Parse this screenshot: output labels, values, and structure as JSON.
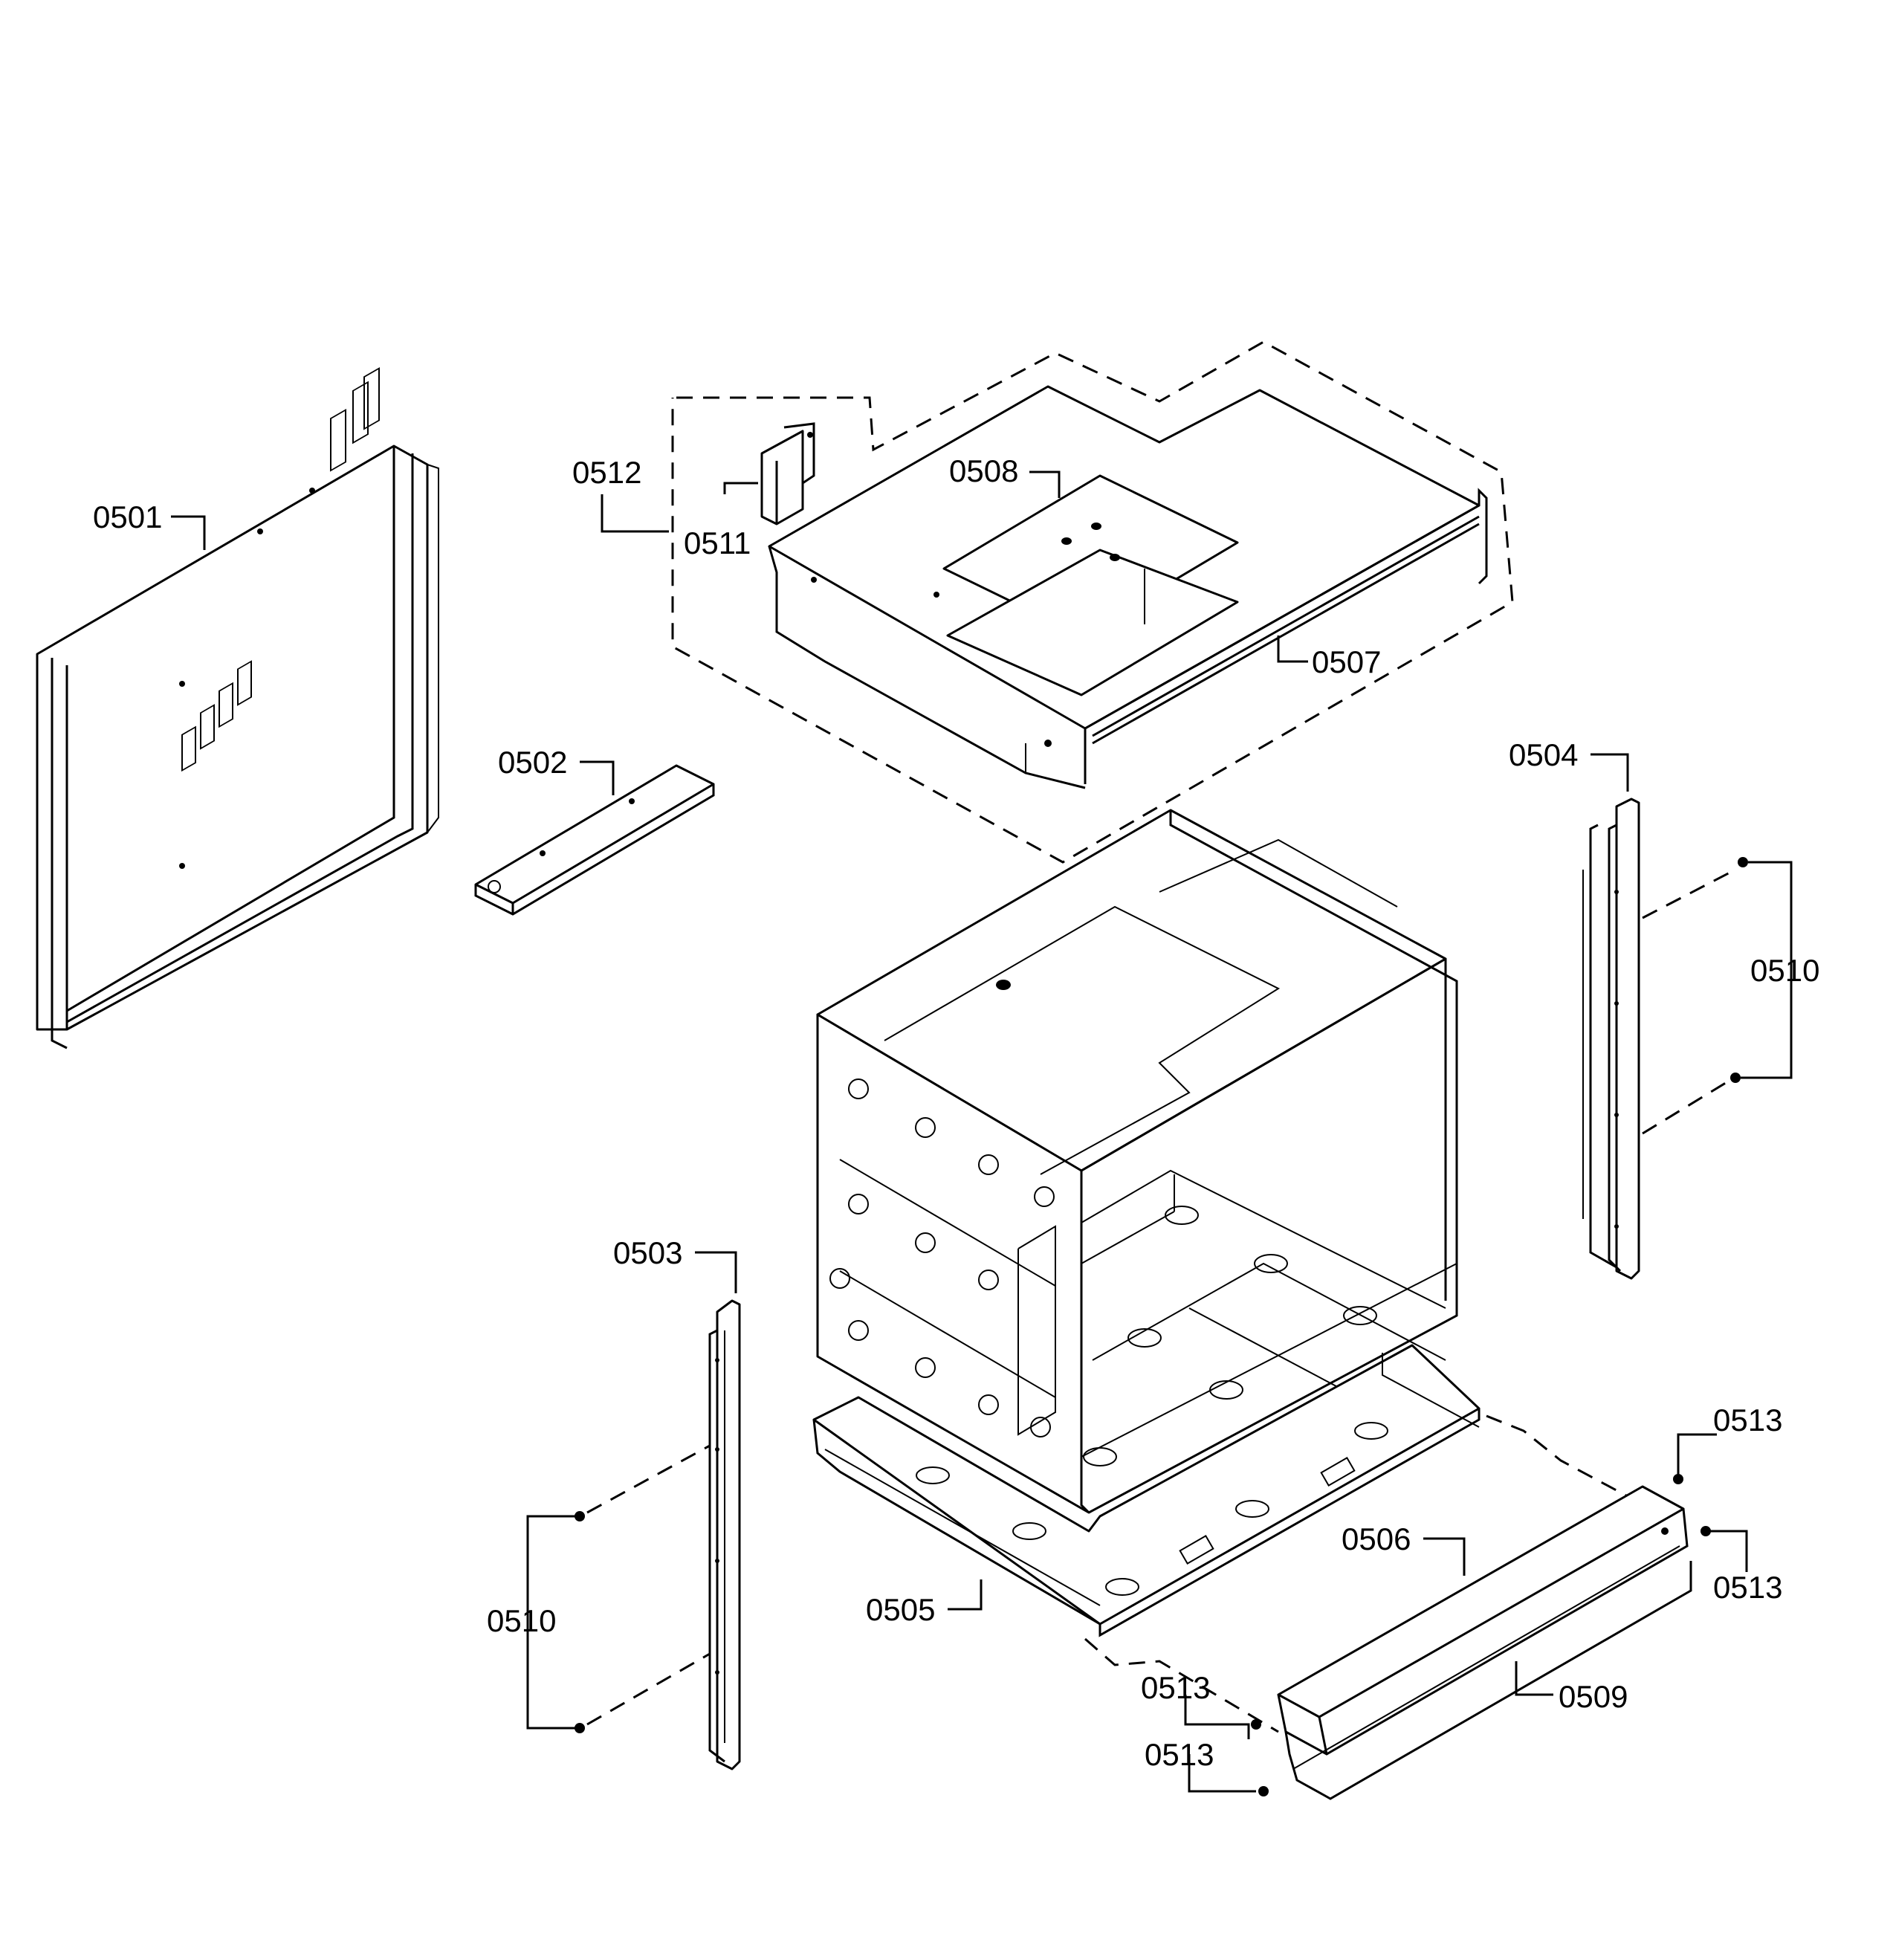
{
  "labels": {
    "p0501": "0501",
    "p0502": "0502",
    "p0503": "0503",
    "p0504": "0504",
    "p0505": "0505",
    "p0506": "0506",
    "p0507": "0507",
    "p0508": "0508",
    "p0509": "0509",
    "p0510": "0510",
    "p0511": "0511",
    "p0512": "0512",
    "p0513": "0513"
  },
  "colors": {
    "line": "#000000",
    "background": "#ffffff"
  }
}
